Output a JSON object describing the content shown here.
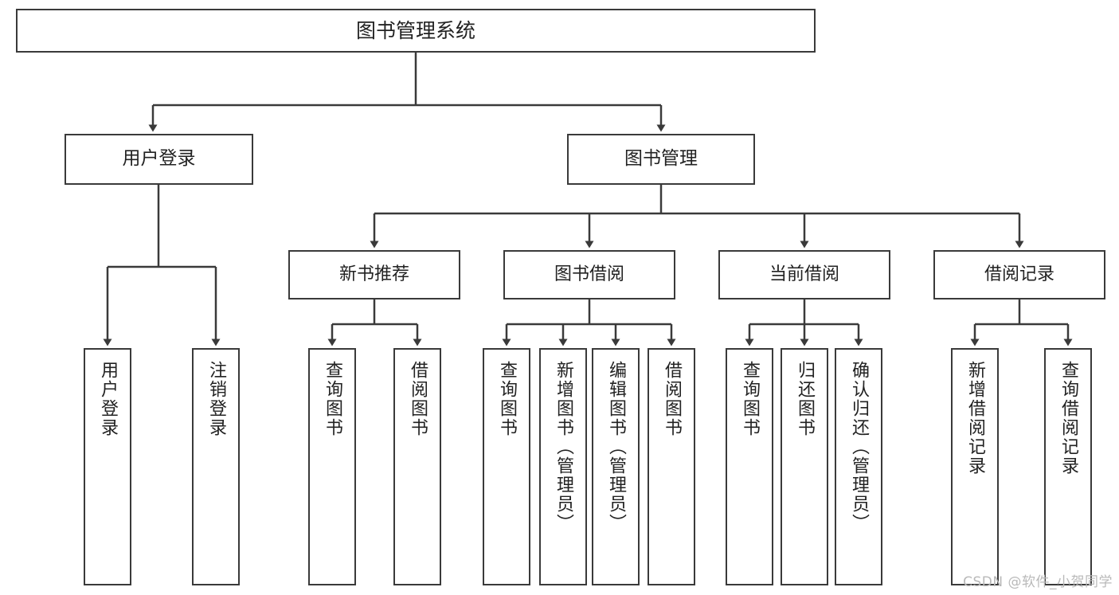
{
  "diagram": {
    "title": "图书管理系统",
    "type": "tree-hierarchy-chart",
    "watermark": "CSDN @软件_小贺同学",
    "line_color": "#3a3a3a",
    "box_fill": "#ffffff",
    "text_color": "#222222",
    "watermark_color": "#b9b9b9"
  },
  "nodes": {
    "root": {
      "label": "图书管理系统"
    },
    "level1": [
      {
        "label": "用户登录"
      },
      {
        "label": "图书管理"
      }
    ],
    "level2": [
      {
        "label": "新书推荐"
      },
      {
        "label": "图书借阅"
      },
      {
        "label": "当前借阅"
      },
      {
        "label": "借阅记录"
      }
    ],
    "leaves_user_login": [
      {
        "label": "用户登录"
      },
      {
        "label": "注销登录"
      }
    ],
    "leaves_new_book": [
      {
        "label": "查询图书"
      },
      {
        "label": "借阅图书"
      }
    ],
    "leaves_borrow": [
      {
        "label": "查询图书"
      },
      {
        "label": "新增图书（管理员）"
      },
      {
        "label": "编辑图书（管理员）"
      },
      {
        "label": "借阅图书"
      }
    ],
    "leaves_current": [
      {
        "label": "查询图书"
      },
      {
        "label": "归还图书"
      },
      {
        "label": "确认归还（管理员）"
      }
    ],
    "leaves_records": [
      {
        "label": "新增借阅记录"
      },
      {
        "label": "查询借阅记录"
      }
    ]
  }
}
